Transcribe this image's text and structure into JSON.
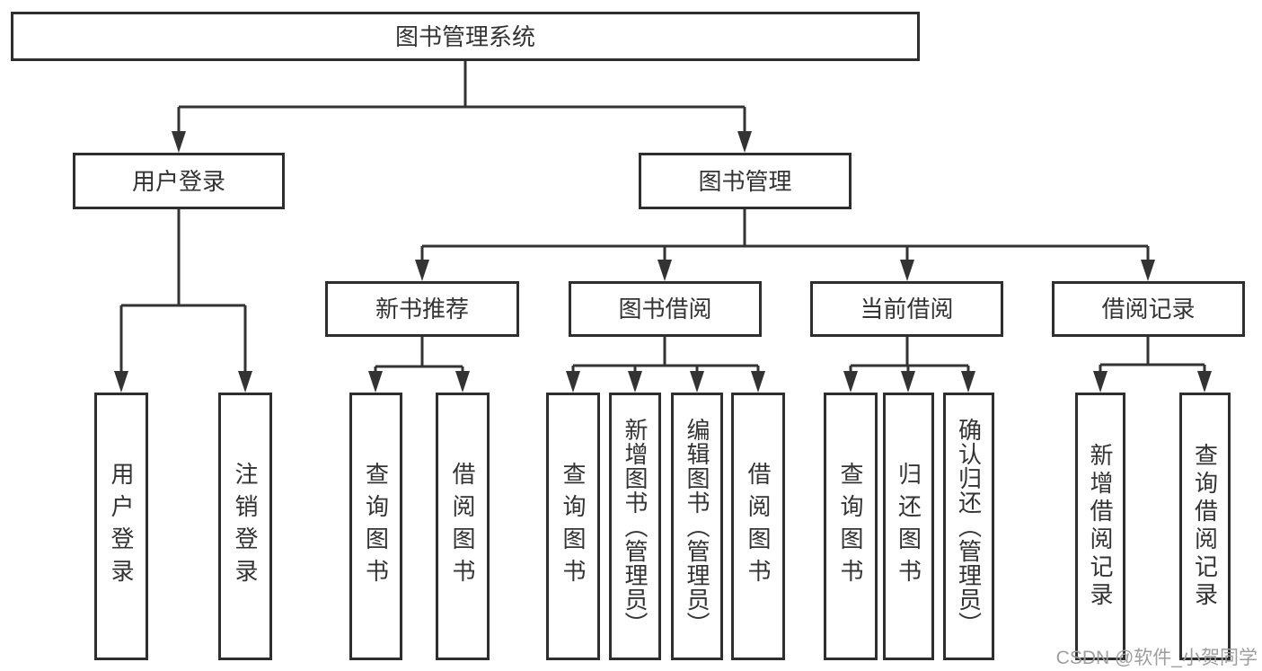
{
  "tree": {
    "root": {
      "label": "图书管理系统"
    },
    "children": [
      {
        "label": "用户登录",
        "children": [
          {
            "label": "用户登录"
          },
          {
            "label": "注销登录"
          }
        ]
      },
      {
        "label": "图书管理",
        "children": [
          {
            "label": "新书推荐",
            "children": [
              {
                "label": "查询图书"
              },
              {
                "label": "借阅图书"
              }
            ]
          },
          {
            "label": "图书借阅",
            "children": [
              {
                "label": "查询图书"
              },
              {
                "label": "新增图书（管理员）"
              },
              {
                "label": "编辑图书（管理员）"
              },
              {
                "label": "借阅图书"
              }
            ]
          },
          {
            "label": "当前借阅",
            "children": [
              {
                "label": "查询图书"
              },
              {
                "label": "归还图书"
              },
              {
                "label": "确认归还（管理员）"
              }
            ]
          },
          {
            "label": "借阅记录",
            "children": [
              {
                "label": "新增借阅记录"
              },
              {
                "label": "查询借阅记录"
              }
            ]
          }
        ]
      }
    ]
  },
  "watermark": {
    "text": "CSDN @软件_小贺同学"
  },
  "colors": {
    "line": "#333333",
    "border": "#2e2e2e",
    "text": "#333333",
    "fill": "#ffffff",
    "background": "#ffffff",
    "watermark": "#9e9e9e"
  }
}
